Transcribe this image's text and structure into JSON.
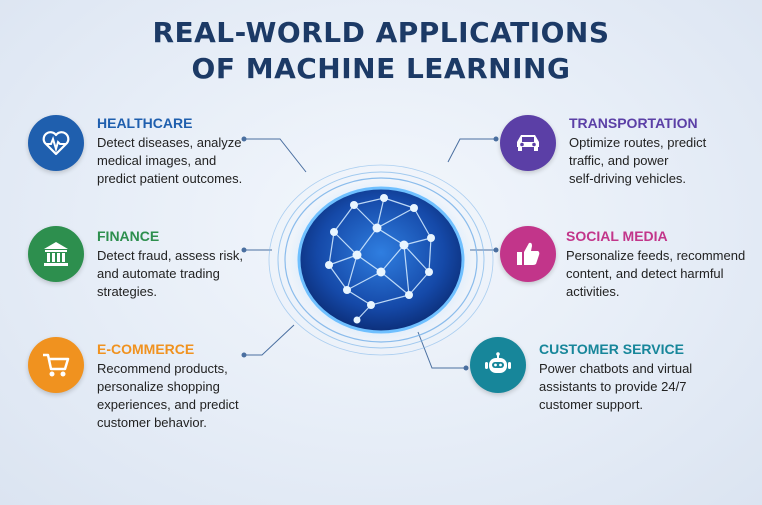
{
  "title": {
    "line1": "REAL-WORLD APPLICATIONS",
    "line2": "OF MACHINE LEARNING"
  },
  "center": {
    "icon": "neural-network-icon"
  },
  "applications": [
    {
      "category": "HEALTHCARE",
      "description": "Detect diseases, analyze\nmedical images, and\npredict patient outcomes.",
      "icon": "heart-pulse-icon",
      "color": "#1f5fae"
    },
    {
      "category": "FINANCE",
      "description": "Detect fraud, assess risk,\nand automate trading\nstrategies.",
      "icon": "bank-icon",
      "color": "#2d8f4e"
    },
    {
      "category": "E-COMMERCE",
      "description": "Recommend products,\npersonalize shopping\nexperiences, and predict\ncustomer behavior.",
      "icon": "shopping-cart-icon",
      "color": "#f0921f"
    },
    {
      "category": "TRANSPORTATION",
      "description": "Optimize routes, predict\ntraffic, and power\nself-driving vehicles.",
      "icon": "car-icon",
      "color": "#5b3fa6"
    },
    {
      "category": "SOCIAL MEDIA",
      "description": "Personalize feeds, recommend\ncontent, and detect harmful\nactivities.",
      "icon": "thumbs-up-icon",
      "color": "#c2358a"
    },
    {
      "category": "CUSTOMER SERVICE",
      "description": "Power chatbots and virtual\nassistants  to provide 24/7\ncustomer support.",
      "icon": "robot-icon",
      "color": "#17869a"
    }
  ]
}
